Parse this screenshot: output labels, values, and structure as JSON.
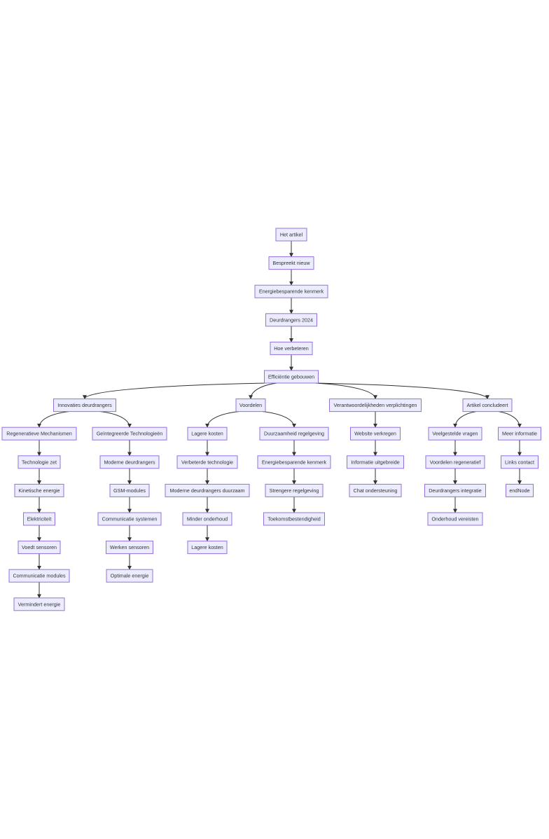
{
  "diagram": {
    "type": "flowchart",
    "direction": "top-down",
    "colors": {
      "node_fill": "#ECECFF",
      "node_border": "#9370DB",
      "edge": "#333333",
      "text": "#333333"
    },
    "nodes": [
      {
        "id": "n0",
        "label": "Het artikel"
      },
      {
        "id": "n1",
        "label": "Bespreekt nieuw"
      },
      {
        "id": "n2",
        "label": "Energiebesparende kenmerk"
      },
      {
        "id": "n3",
        "label": "Deurdrangers 2024"
      },
      {
        "id": "n4",
        "label": "Hoe verbeteren"
      },
      {
        "id": "n5",
        "label": "Efficiëntie gebouwen"
      },
      {
        "id": "a0",
        "label": "Innovaties deurdrangers"
      },
      {
        "id": "b0",
        "label": "Voordelen"
      },
      {
        "id": "e0",
        "label": "Verantwoordelijkheden verplichtingen"
      },
      {
        "id": "f0",
        "label": "Artikel concludeert"
      },
      {
        "id": "a1",
        "label": "Regeneratieve Mechanismen"
      },
      {
        "id": "a2",
        "label": "Technologie zet"
      },
      {
        "id": "a3",
        "label": "Kinetische energie"
      },
      {
        "id": "a4",
        "label": "Elektriciteit"
      },
      {
        "id": "a5",
        "label": "Voedt sensoren"
      },
      {
        "id": "a6",
        "label": "Communicatie modules"
      },
      {
        "id": "a7",
        "label": "Vermindert energie"
      },
      {
        "id": "g1",
        "label": "Geïntegreerde Technologieën"
      },
      {
        "id": "g2",
        "label": "Moderne deurdrangers"
      },
      {
        "id": "g3",
        "label": "GSM-modules"
      },
      {
        "id": "g4",
        "label": "Communicatie systemen"
      },
      {
        "id": "g5",
        "label": "Werken sensoren"
      },
      {
        "id": "g6",
        "label": "Optimale energie"
      },
      {
        "id": "c1",
        "label": "Lagere kosten"
      },
      {
        "id": "c2",
        "label": "Verbeterde technologie"
      },
      {
        "id": "c3",
        "label": "Moderne deurdrangers duurzaam"
      },
      {
        "id": "c4",
        "label": "Minder onderhoud"
      },
      {
        "id": "c5",
        "label": "Lagere kosten"
      },
      {
        "id": "d1",
        "label": "Duurzaamheid regelgeving"
      },
      {
        "id": "d2",
        "label": "Energiebesparende kenmerk"
      },
      {
        "id": "d3",
        "label": "Strengere regelgeving"
      },
      {
        "id": "d4",
        "label": "Toekomstbestendigheid"
      },
      {
        "id": "e1",
        "label": "Website verkregen"
      },
      {
        "id": "e2",
        "label": "Informatie uitgebreide"
      },
      {
        "id": "e3",
        "label": "Chat ondersteuning"
      },
      {
        "id": "f1",
        "label": "Veelgestelde vragen"
      },
      {
        "id": "f2",
        "label": "Voordelen regeneratief"
      },
      {
        "id": "f3",
        "label": "Deurdrangers integratie"
      },
      {
        "id": "f4",
        "label": "Onderhoud vereisten"
      },
      {
        "id": "h1",
        "label": "Meer informatie"
      },
      {
        "id": "h2",
        "label": "Links contact"
      },
      {
        "id": "h3",
        "label": "endNode"
      }
    ],
    "edges": [
      [
        "n0",
        "n1"
      ],
      [
        "n1",
        "n2"
      ],
      [
        "n2",
        "n3"
      ],
      [
        "n3",
        "n4"
      ],
      [
        "n4",
        "n5"
      ],
      [
        "n5",
        "a0"
      ],
      [
        "n5",
        "b0"
      ],
      [
        "n5",
        "e0"
      ],
      [
        "n5",
        "f0"
      ],
      [
        "a0",
        "a1"
      ],
      [
        "a1",
        "a2"
      ],
      [
        "a2",
        "a3"
      ],
      [
        "a3",
        "a4"
      ],
      [
        "a4",
        "a5"
      ],
      [
        "a5",
        "a6"
      ],
      [
        "a6",
        "a7"
      ],
      [
        "a0",
        "g1"
      ],
      [
        "g1",
        "g2"
      ],
      [
        "g2",
        "g3"
      ],
      [
        "g3",
        "g4"
      ],
      [
        "g4",
        "g5"
      ],
      [
        "g5",
        "g6"
      ],
      [
        "b0",
        "c1"
      ],
      [
        "c1",
        "c2"
      ],
      [
        "c2",
        "c3"
      ],
      [
        "c3",
        "c4"
      ],
      [
        "c4",
        "c5"
      ],
      [
        "b0",
        "d1"
      ],
      [
        "d1",
        "d2"
      ],
      [
        "d2",
        "d3"
      ],
      [
        "d3",
        "d4"
      ],
      [
        "e0",
        "e1"
      ],
      [
        "e1",
        "e2"
      ],
      [
        "e2",
        "e3"
      ],
      [
        "f0",
        "f1"
      ],
      [
        "f1",
        "f2"
      ],
      [
        "f2",
        "f3"
      ],
      [
        "f3",
        "f4"
      ],
      [
        "f0",
        "h1"
      ],
      [
        "h1",
        "h2"
      ],
      [
        "h2",
        "h3"
      ]
    ]
  }
}
